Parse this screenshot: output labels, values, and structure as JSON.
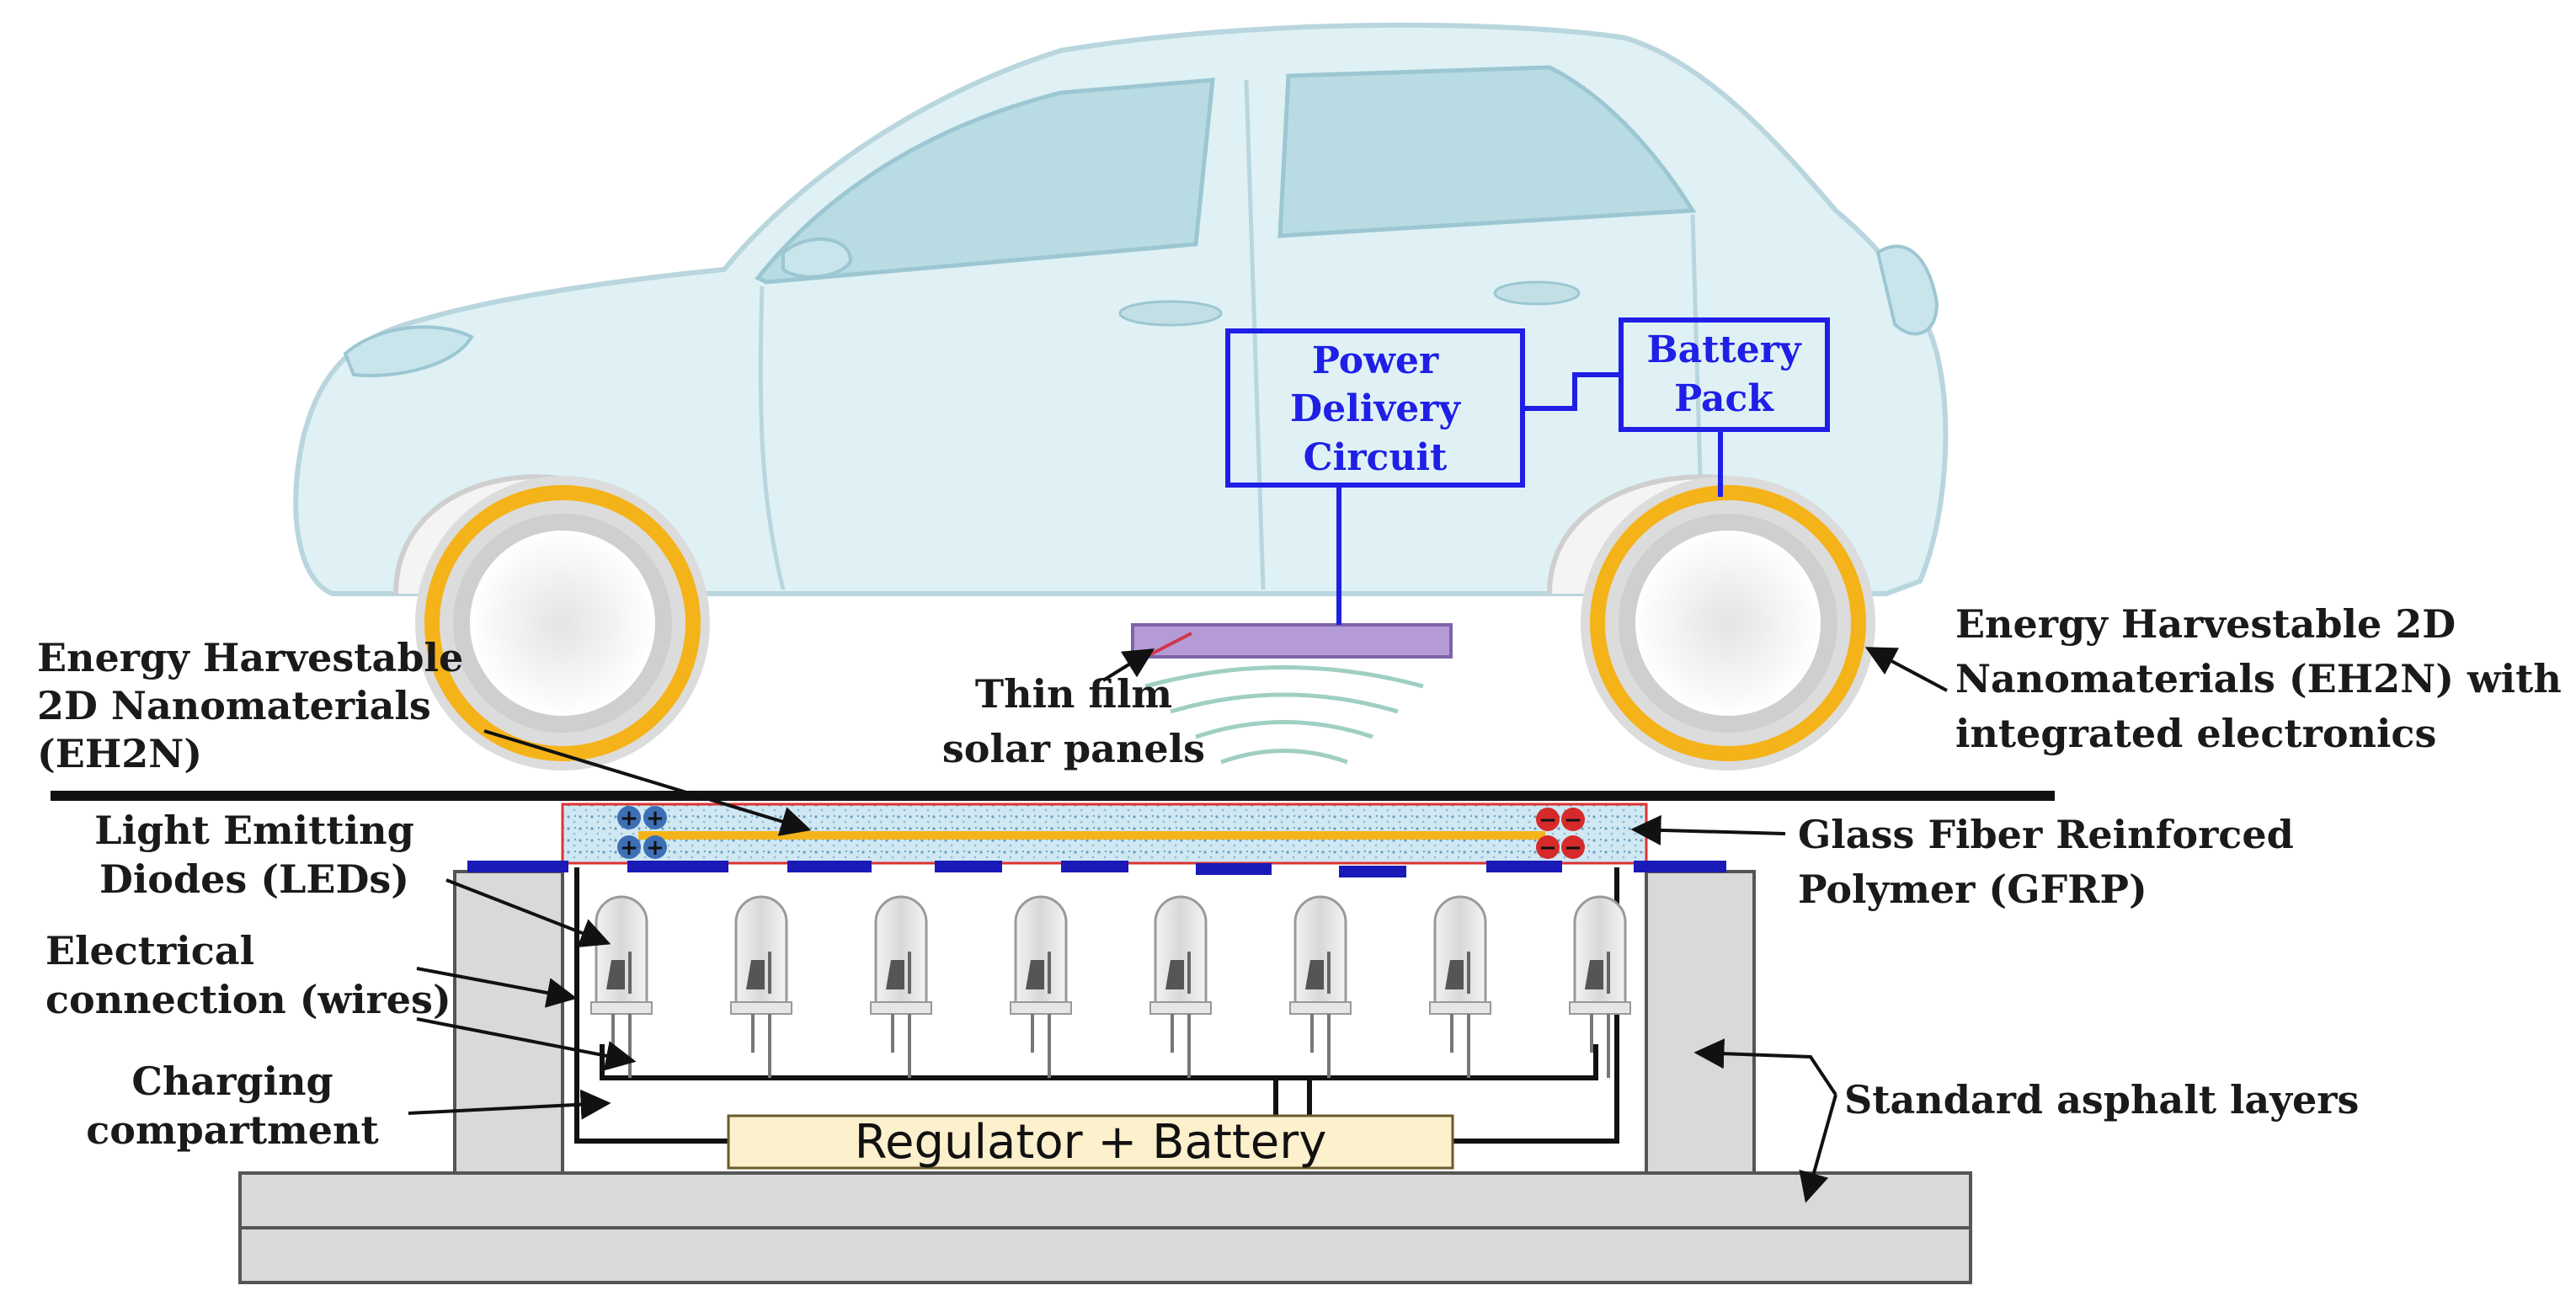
{
  "blue_boxes": {
    "power_delivery": [
      "Power",
      "Delivery",
      "Circuit"
    ],
    "battery_pack": [
      "Battery",
      "Pack"
    ]
  },
  "labels": {
    "eh2n_left": [
      "Energy Harvestable",
      "2D Nanomaterials",
      "(EH2N)"
    ],
    "eh2n_right": [
      "Energy Harvestable 2D",
      "Nanomaterials (EH2N) with",
      "integrated electronics"
    ],
    "solar": [
      "Thin film",
      "solar panels"
    ],
    "leds": [
      "Light Emitting",
      "Diodes (LEDs)"
    ],
    "wires": [
      "Electrical",
      "connection (wires)"
    ],
    "compartment": [
      "Charging",
      "compartment"
    ],
    "gfrp": [
      "Glass Fiber Reinforced",
      "Polymer (GFRP)"
    ],
    "asphalt": "Standard asphalt layers",
    "regulator": "Regulator + Battery"
  },
  "charges": {
    "positive": "+",
    "negative": "−"
  },
  "led_count": 8,
  "colors": {
    "car_body": "#dff1f5",
    "car_outline": "#b9d6de",
    "blue_accent": "#1f1fe6",
    "eh2n_ring": "#f5b31a",
    "solar_panel": "#b59bd6",
    "gfrp_fill": "#c9e6f2",
    "regulator_fill": "#fdf0cc",
    "asphalt_fill": "#d9d9d9",
    "electrode_strip": "#1a1ab8"
  }
}
